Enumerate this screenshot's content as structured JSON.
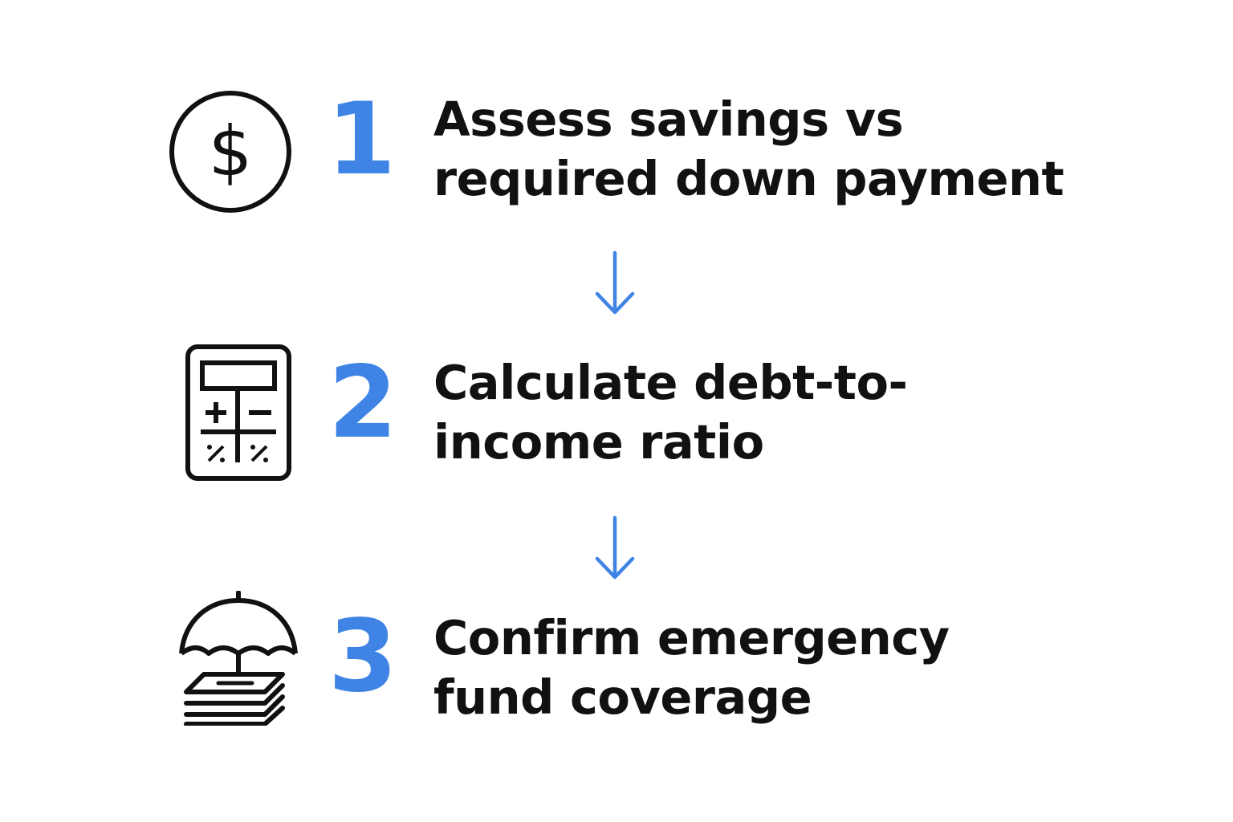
{
  "accent_color": "#3f84e5",
  "text_color": "#111111",
  "steps": [
    {
      "number": "1",
      "icon": "dollar-circle-icon",
      "lines": [
        "Assess savings vs",
        "required down payment"
      ]
    },
    {
      "number": "2",
      "icon": "calculator-icon",
      "lines": [
        "Calculate debt-to-",
        "income ratio"
      ]
    },
    {
      "number": "3",
      "icon": "umbrella-cash-icon",
      "lines": [
        "Confirm emergency",
        "fund coverage"
      ]
    }
  ],
  "connectors": [
    "down-arrow-icon",
    "down-arrow-icon"
  ]
}
